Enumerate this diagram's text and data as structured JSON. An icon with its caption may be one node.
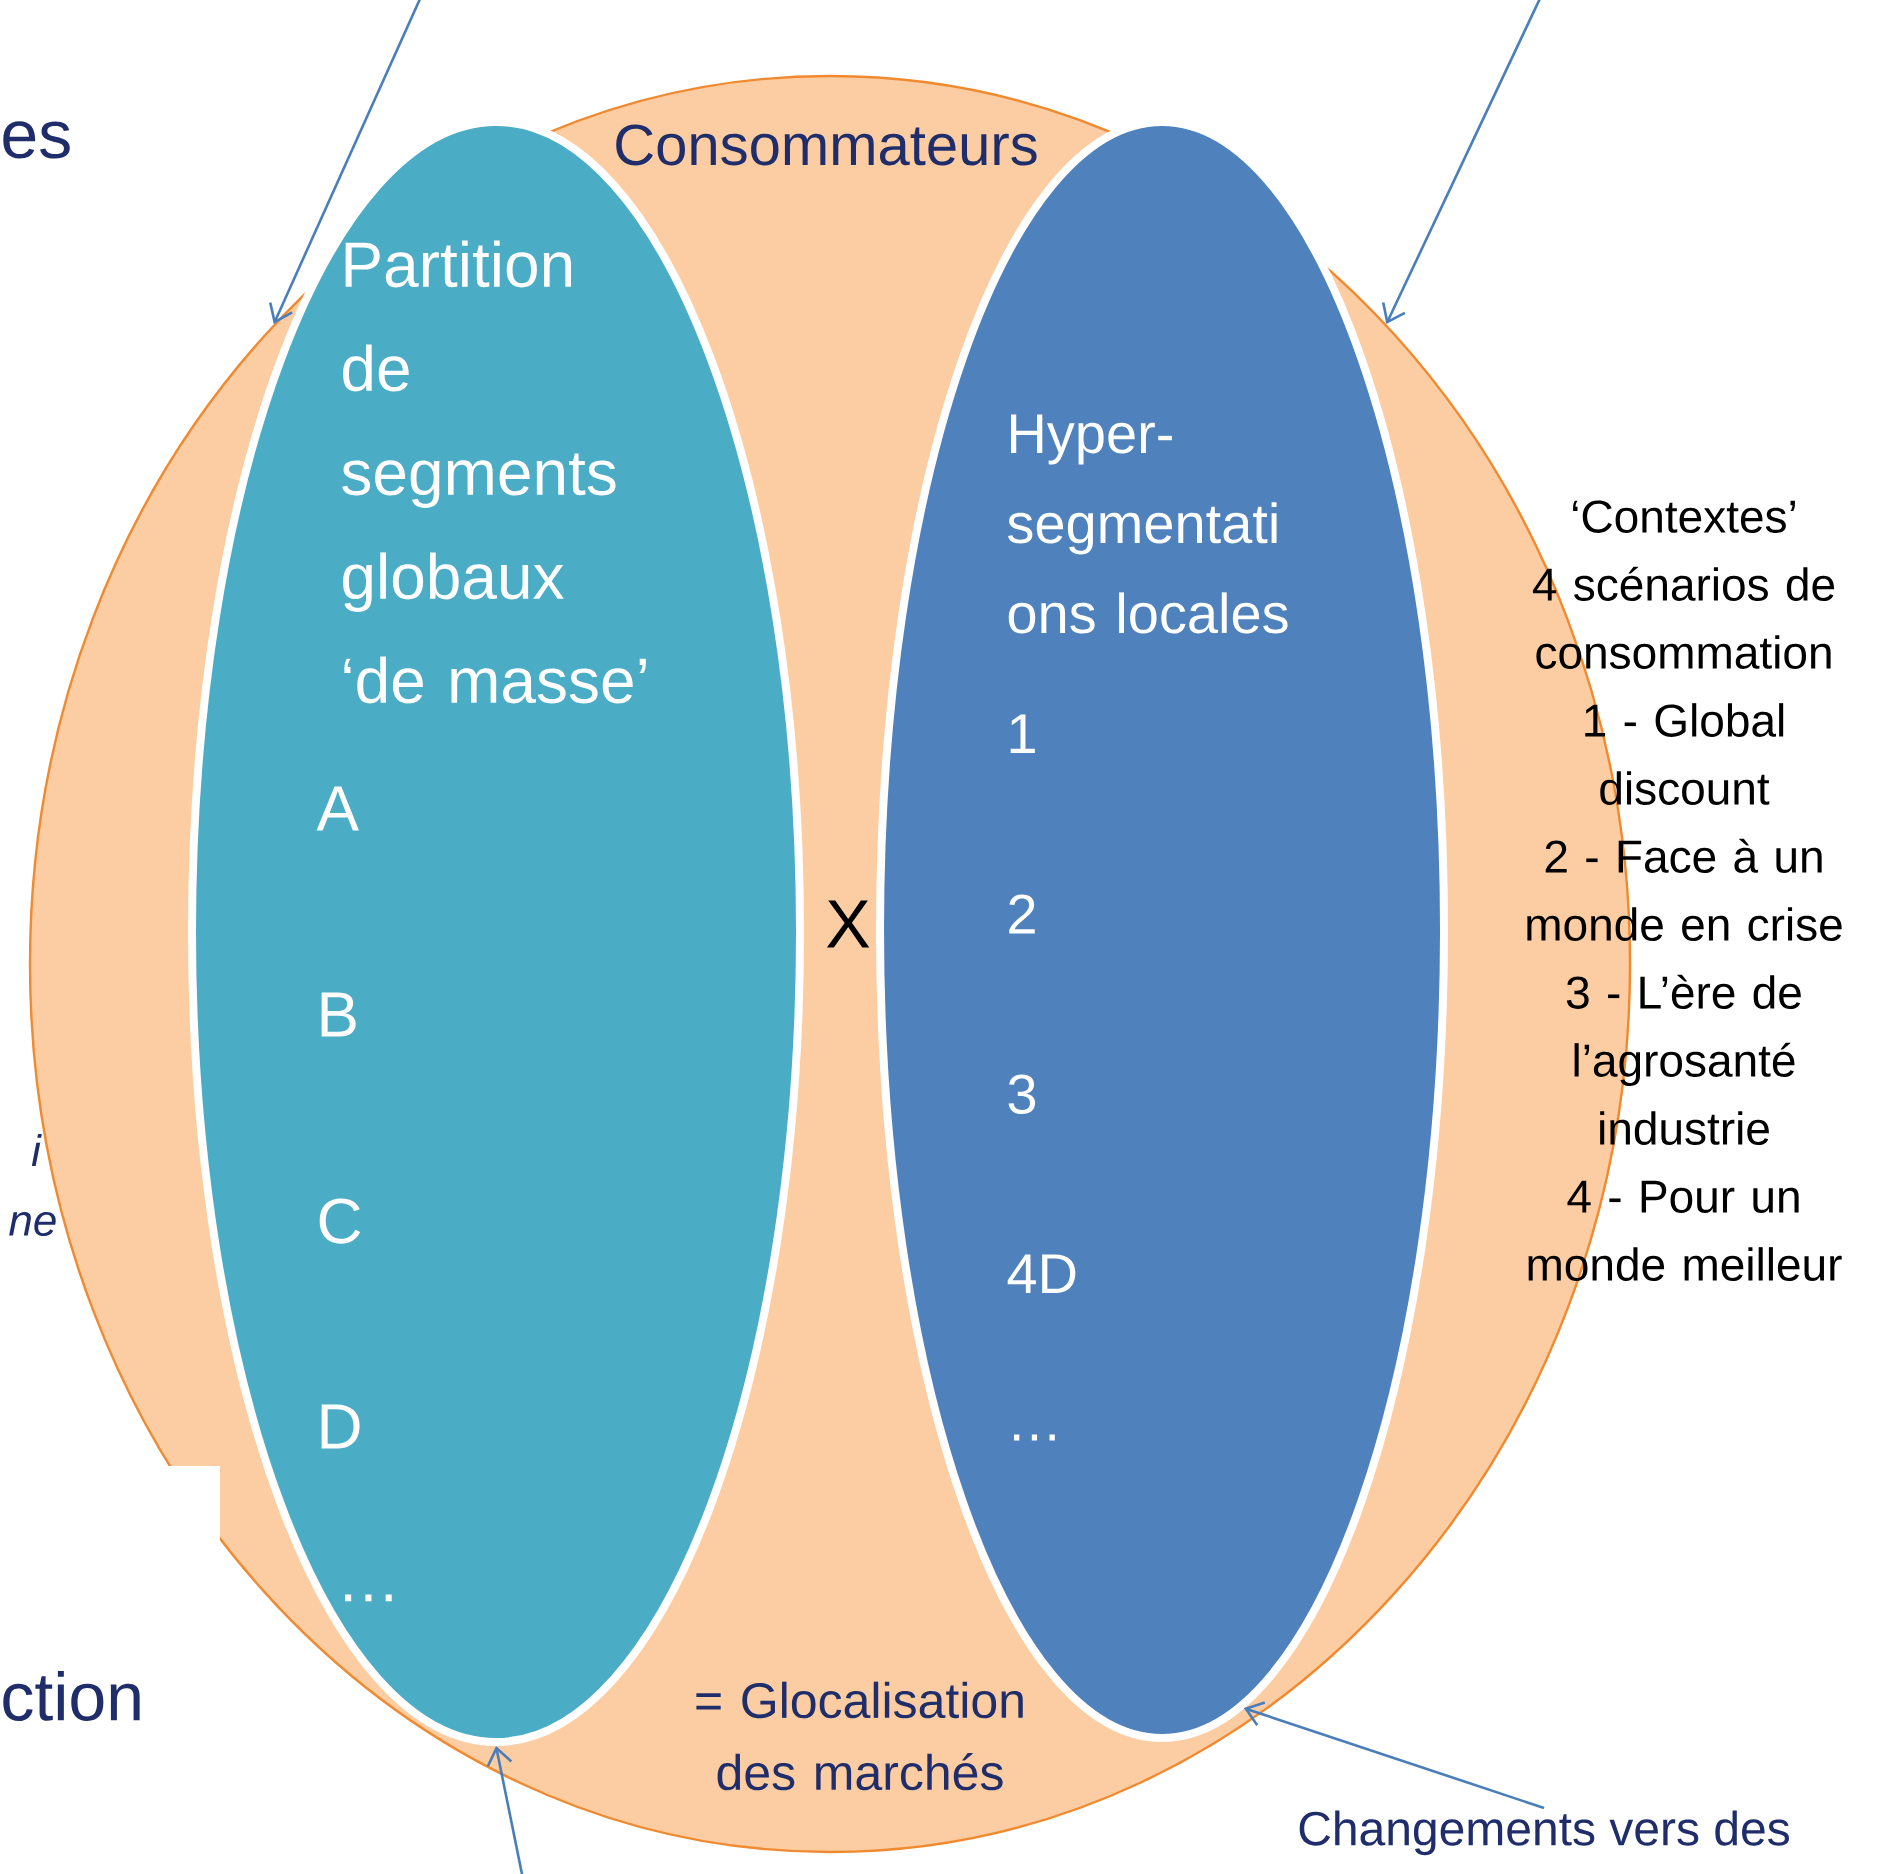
{
  "diagram": {
    "nodes": [
      {
        "text": [
          "Consommateurs"
        ]
      },
      {
        "text": [
          "Partition de segments globaux ‘de masse’",
          "A",
          "B",
          "C",
          "D",
          "…"
        ],
        "in": 0
      },
      {
        "text": [
          "Hyper- segmentati ons locales",
          "1",
          "2",
          "3",
          "4D",
          "…"
        ],
        "in": 0
      },
      {
        "text": [
          "‘Contextes’",
          "4 scénarios de consommation",
          "1 - Global discount",
          "2 - Face à un monde en crise",
          "3 - L’ère de l’agrosanté industrie",
          "4 - Pour un monde meilleur"
        ]
      },
      {
        "text": [
          "Changements vers des"
        ]
      }
    ],
    "edges": [
      {
        "from": null,
        "to": 0,
        "arrow": "to"
      },
      {
        "from": null,
        "to": 0,
        "arrow": "to"
      },
      {
        "from": null,
        "to": 1,
        "arrow": "to"
      },
      {
        "from": 4,
        "to": 2,
        "arrow": "to"
      }
    ],
    "labels": [
      "es",
      "X",
      "i",
      "ne",
      "ction",
      "= Glocalisation des marchés"
    ]
  }
}
